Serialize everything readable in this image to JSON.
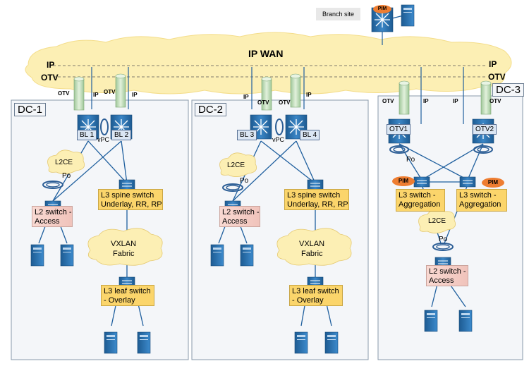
{
  "wan": {
    "title": "IP WAN",
    "ip_left": "IP",
    "ip_right": "IP",
    "otv_left": "OTV",
    "otv_right": "OTV"
  },
  "branch": {
    "label": "Branch site",
    "pim": "PIM"
  },
  "dc1": {
    "title": "DC-1",
    "otv": "OTV",
    "ip_a": "IP",
    "otv_b": "OTV",
    "ip_b": "IP",
    "bl1": "BL 1",
    "bl2": "BL 2",
    "vpc": "vPC",
    "l2ce": "L2CE",
    "po": "Po",
    "l2_switch": "L2 switch -",
    "l2_switch_2": "Access",
    "spine": "L3 spine switch",
    "spine_2": "Underlay, RR, RP",
    "vxlan": "VXLAN",
    "vxlan_2": "Fabric",
    "leaf": "L3 leaf switch",
    "leaf_2": "- Overlay"
  },
  "dc2": {
    "title": "DC-2",
    "ip_a": "IP",
    "otv_a": "OTV",
    "ip_b": "IP",
    "otv_b": "OTV",
    "bl3": "BL 3",
    "bl4": "BL 4",
    "vpc": "vPC",
    "l2ce": "L2CE",
    "po": "Po",
    "l2_switch": "L2 switch -",
    "l2_switch_2": "Access",
    "spine": "L3 spine switch",
    "spine_2": "Underlay, RR, RP",
    "vxlan": "VXLAN",
    "vxlan_2": "Fabric",
    "leaf": "L3 leaf switch",
    "leaf_2": "- Overlay"
  },
  "dc3": {
    "title": "DC-3",
    "otv_a": "OTV",
    "ip_a": "IP",
    "ip_b": "IP",
    "otv_b": "OTV",
    "otv1": "OTV1",
    "otv2": "OTV2",
    "po_top": "Po",
    "pim_left": "PIM",
    "pim_right": "PIM",
    "agg_left": "L3 switch -",
    "agg_left_2": "Aggregation",
    "agg_right": "L3 switch -",
    "agg_right_2": "Aggregation",
    "l2ce": "L2CE",
    "po": "Po",
    "l2_switch": "L2 switch -",
    "l2_switch_2": "Access"
  },
  "colors": {
    "cloud": "#fcefb4",
    "link": "#1f5f9e",
    "switch": "#2b6ea9",
    "server": "#2d7cbf",
    "box": "#fbd56b",
    "pim": "#ee7d31",
    "tube": "#c9e3c3"
  }
}
